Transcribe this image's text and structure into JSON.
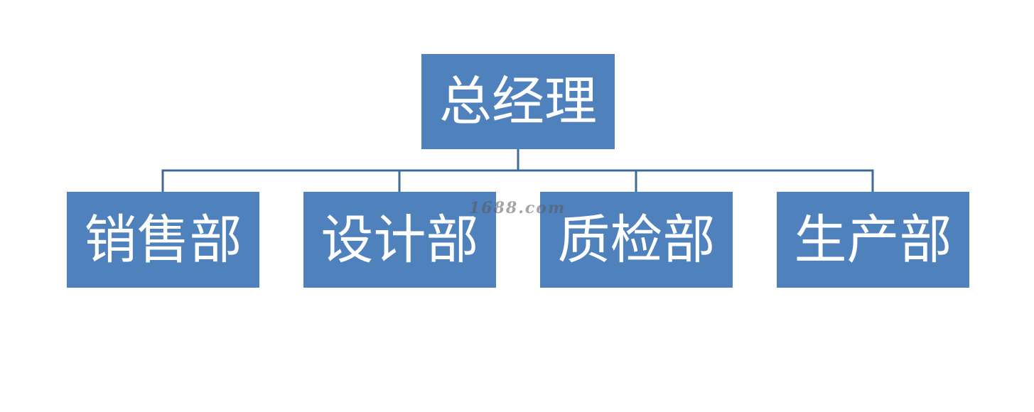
{
  "org_chart": {
    "root": {
      "label": "总经理"
    },
    "departments": [
      {
        "label": "销售部"
      },
      {
        "label": "设计部"
      },
      {
        "label": "质检部"
      },
      {
        "label": "生产部"
      }
    ]
  },
  "watermark": {
    "text": "1688.com"
  },
  "colors": {
    "node_fill": "#4f81bd",
    "node_text": "#ffffff",
    "connector": "#3f6b96",
    "background": "#fefefe"
  }
}
